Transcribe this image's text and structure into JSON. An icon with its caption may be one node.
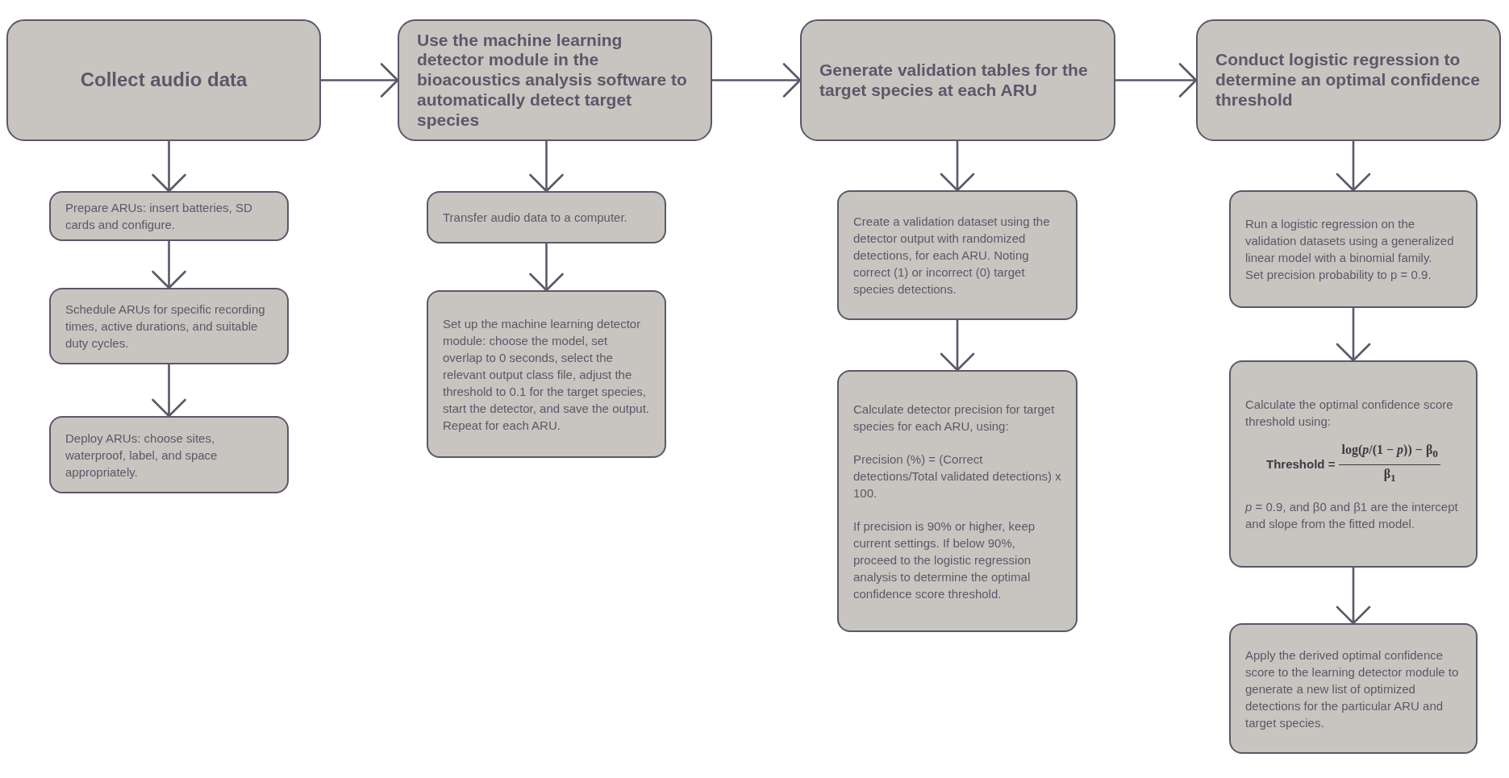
{
  "diagram": {
    "nodes": [
      {
        "text": [
          "Collect audio data"
        ]
      },
      {
        "text": [
          "Prepare ARUs: insert batteries, SD cards and configure."
        ]
      },
      {
        "text": [
          "Schedule ARUs for specific recording times, active durations, and suitable duty cycles."
        ]
      },
      {
        "text": [
          "Deploy ARUs: choose sites, waterproof, label, and space appropriately."
        ]
      },
      {
        "text": [
          "Use the machine learning detector module in the bioacoustics analysis software to automatically detect target species"
        ]
      },
      {
        "text": [
          "Transfer audio data to a computer."
        ]
      },
      {
        "text": [
          "Set up the machine learning detector module: choose the model, set overlap to 0 seconds, select the relevant output class file, adjust the threshold to 0.1 for the target species, start the detector, and save the output. Repeat for each ARU."
        ]
      },
      {
        "text": [
          "Generate validation tables for the target species at each ARU"
        ]
      },
      {
        "text": [
          "Create a validation dataset using the detector output with randomized detections, for each ARU. Noting correct (1) or incorrect (0) target species detections."
        ]
      },
      {
        "text": [
          "Calculate detector precision for target species for each ARU, using:",
          "Precision (%) = (Correct detections/Total validated detections) x 100.",
          "If precision is 90% or higher, keep current settings. If below 90%, proceed to the logistic regression analysis to determine the optimal confidence score threshold."
        ]
      },
      {
        "text": [
          "Conduct logistic regression to determine an optimal confidence threshold"
        ]
      },
      {
        "text": [
          "Run a logistic regression on the validation datasets using a generalized linear model with a binomial family.",
          "Set precision probability to p = 0.9."
        ]
      },
      {
        "text": [
          "Calculate the optimal confidence score threshold using:",
          "Threshold =",
          "log(*p*/(1 − *p*)) − β$_{0}$",
          "β$_{1}$",
          "*p* = 0.9, and β0 and β1 are the intercept and slope from the fitted model."
        ]
      },
      {
        "text": [
          "Apply the derived optimal confidence score to the learning detector module to generate a new list of optimized detections for the particular ARU and target species."
        ]
      }
    ],
    "edges": [
      {
        "from": 0,
        "to": 4,
        "arrow": "to"
      },
      {
        "from": 4,
        "to": 7,
        "arrow": "to"
      },
      {
        "from": 7,
        "to": 10,
        "arrow": "to"
      },
      {
        "from": 0,
        "to": 1,
        "arrow": "to"
      },
      {
        "from": 1,
        "to": 2,
        "arrow": "to"
      },
      {
        "from": 2,
        "to": 3,
        "arrow": "to"
      },
      {
        "from": 4,
        "to": 5,
        "arrow": "to"
      },
      {
        "from": 5,
        "to": 6,
        "arrow": "to"
      },
      {
        "from": 7,
        "to": 8,
        "arrow": "to"
      },
      {
        "from": 8,
        "to": 9,
        "arrow": "to"
      },
      {
        "from": 10,
        "to": 11,
        "arrow": "to"
      },
      {
        "from": 11,
        "to": 12,
        "arrow": "to"
      },
      {
        "from": 12,
        "to": 13,
        "arrow": "to"
      }
    ]
  }
}
